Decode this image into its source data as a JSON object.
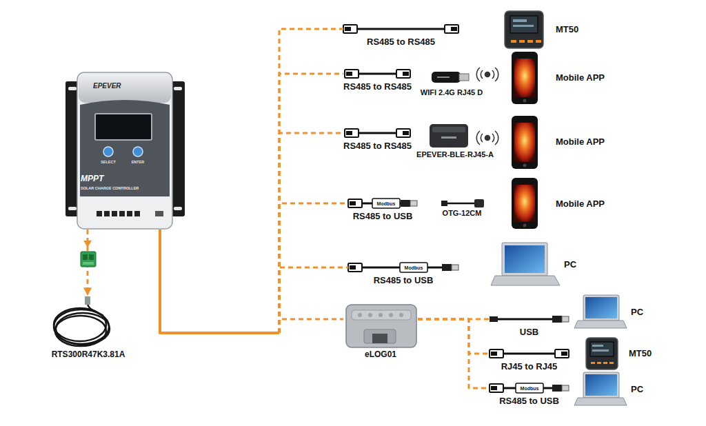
{
  "diagram": {
    "nodes": [
      {
        "text": [
          "EPEVER",
          "MPPT",
          "SOLAR CHARGE CONTROLLER"
        ]
      },
      {
        "text": [
          "RTS300R47K3.81A"
        ]
      },
      {
        "text": [
          "RS485 to RS485"
        ]
      },
      {
        "text": [
          "MT50"
        ]
      },
      {
        "text": [
          "RS485 to RS485"
        ]
      },
      {
        "text": [
          "WIFI 2.4G RJ45 D"
        ]
      },
      {
        "text": [
          "Mobile APP"
        ]
      },
      {
        "text": [
          "RS485 to RS485"
        ]
      },
      {
        "text": [
          "EPEVER-BLE-RJ45-A"
        ]
      },
      {
        "text": [
          "Mobile APP"
        ]
      },
      {
        "text": [
          "RS485 to USB"
        ]
      },
      {
        "text": [
          "OTG-12CM"
        ]
      },
      {
        "text": [
          "Mobile APP"
        ]
      },
      {
        "text": [
          "RS485 to USB"
        ]
      },
      {
        "text": [
          "PC"
        ]
      },
      {
        "text": [
          "eLOG01"
        ]
      },
      {
        "text": [
          "USB"
        ]
      },
      {
        "text": [
          "PC"
        ]
      },
      {
        "text": [
          "RJ45 to RJ45"
        ]
      },
      {
        "text": [
          "MT50"
        ]
      },
      {
        "text": [
          "RS485 to USB"
        ]
      },
      {
        "text": [
          "PC"
        ]
      }
    ],
    "edges": [
      {
        "from": 0,
        "to": 1,
        "arrow": "to"
      },
      {
        "from": 0,
        "to": 2,
        "arrow": "none"
      },
      {
        "from": 0,
        "to": 4,
        "arrow": "none"
      },
      {
        "from": 0,
        "to": 7,
        "arrow": "none"
      },
      {
        "from": 0,
        "to": 10,
        "arrow": "none"
      },
      {
        "from": 0,
        "to": 13,
        "arrow": "none"
      },
      {
        "from": 0,
        "to": 15,
        "arrow": "none"
      },
      {
        "from": 15,
        "to": 16,
        "arrow": "none"
      },
      {
        "from": 15,
        "to": 18,
        "arrow": "none"
      },
      {
        "from": 15,
        "to": 20,
        "arrow": "none"
      }
    ],
    "labels": [
      "SELECT",
      "ENTER",
      "Modbus",
      "Modbus",
      "Modbus"
    ]
  }
}
